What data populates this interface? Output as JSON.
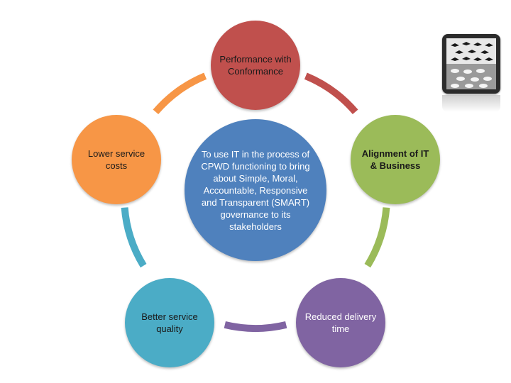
{
  "diagram": {
    "center": {
      "text": "To use IT in the process of CPWD functioning to bring about Simple, Moral, Accountable, Responsive and Transparent (SMART) governance to its stakeholders",
      "color": "#4f81bd"
    },
    "nodes": [
      {
        "id": "performance",
        "text": "Performance with Conformance",
        "color": "#c0504d"
      },
      {
        "id": "alignment",
        "text": "Alignment of IT & Business",
        "color": "#9bbb59"
      },
      {
        "id": "reduced-delivery",
        "text": "Reduced delivery time",
        "color": "#8064a2"
      },
      {
        "id": "better-quality",
        "text": "Better service quality",
        "color": "#4bacc6"
      },
      {
        "id": "lower-costs",
        "text": "Lower service costs",
        "color": "#f79646"
      }
    ],
    "arc_colors": [
      "#c0504d",
      "#9bbb59",
      "#8064a2",
      "#4bacc6",
      "#f79646"
    ]
  },
  "image": {
    "icon": "tessellation-photo-icon"
  }
}
